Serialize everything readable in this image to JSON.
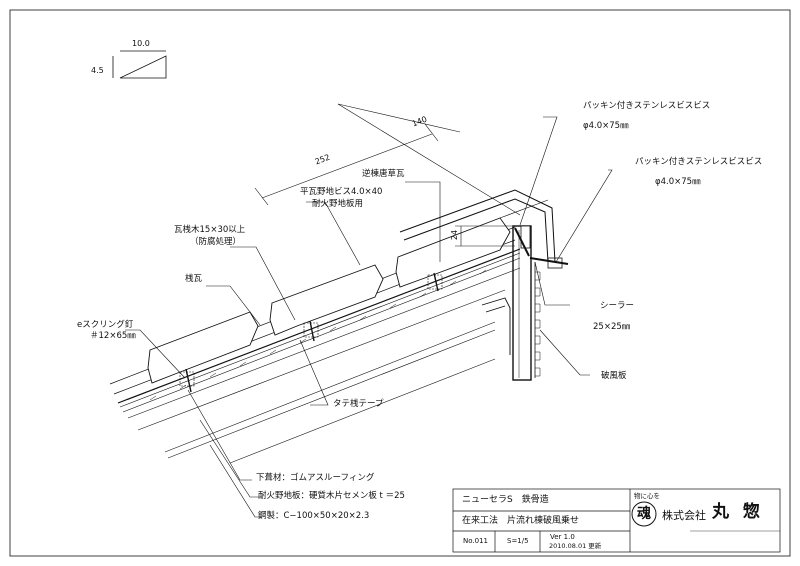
{
  "slope": {
    "run": "10.0",
    "rise": "4.5"
  },
  "dimensions": {
    "d252": "252",
    "d140": "140",
    "d24": "24"
  },
  "labels": {
    "screw_top_1": "パッキン付きステンレスビスビス",
    "screw_top_1_size": "φ4.0×75㎜",
    "screw_top_2": "パッキン付きステンレスビスビス",
    "screw_top_2_size": "φ4.0×75㎜",
    "ridge_tile": "逆棟唐草瓦",
    "deck_screw_1": "平瓦野地ビス4.0×40",
    "deck_screw_2": "耐火野地板用",
    "batten_1": "瓦桟木15×30以上",
    "batten_2": "（防腐処理）",
    "sealer": "シーラー",
    "sealer_size": "25×25㎜",
    "barge_tile": "桟瓦",
    "ring_nail_1": "eスクリング釘",
    "ring_nail_2": "＃12×65㎜",
    "verge_board": "破風板",
    "tape": "タテ桟テープ",
    "underlay": "下葺材：ゴムアスルーフィング",
    "sheathing": "耐火野地板：硬質木片セメン板 t ＝25",
    "steel": "鋼製：C−100×50×20×2.3"
  },
  "title_block": {
    "product": "ニューセラS　鉄骨造",
    "method": "在来工法　片流れ棟破風乗せ",
    "number": "No.011",
    "scale": "S=1/5",
    "version": "Ver 1.0",
    "date": "2010.08.01 更新",
    "tagline": "物に心を",
    "logo_char": "魂",
    "company": "株式会社",
    "brand": "丸 惣"
  },
  "colors": {
    "line": "#111111",
    "background": "#ffffff"
  }
}
